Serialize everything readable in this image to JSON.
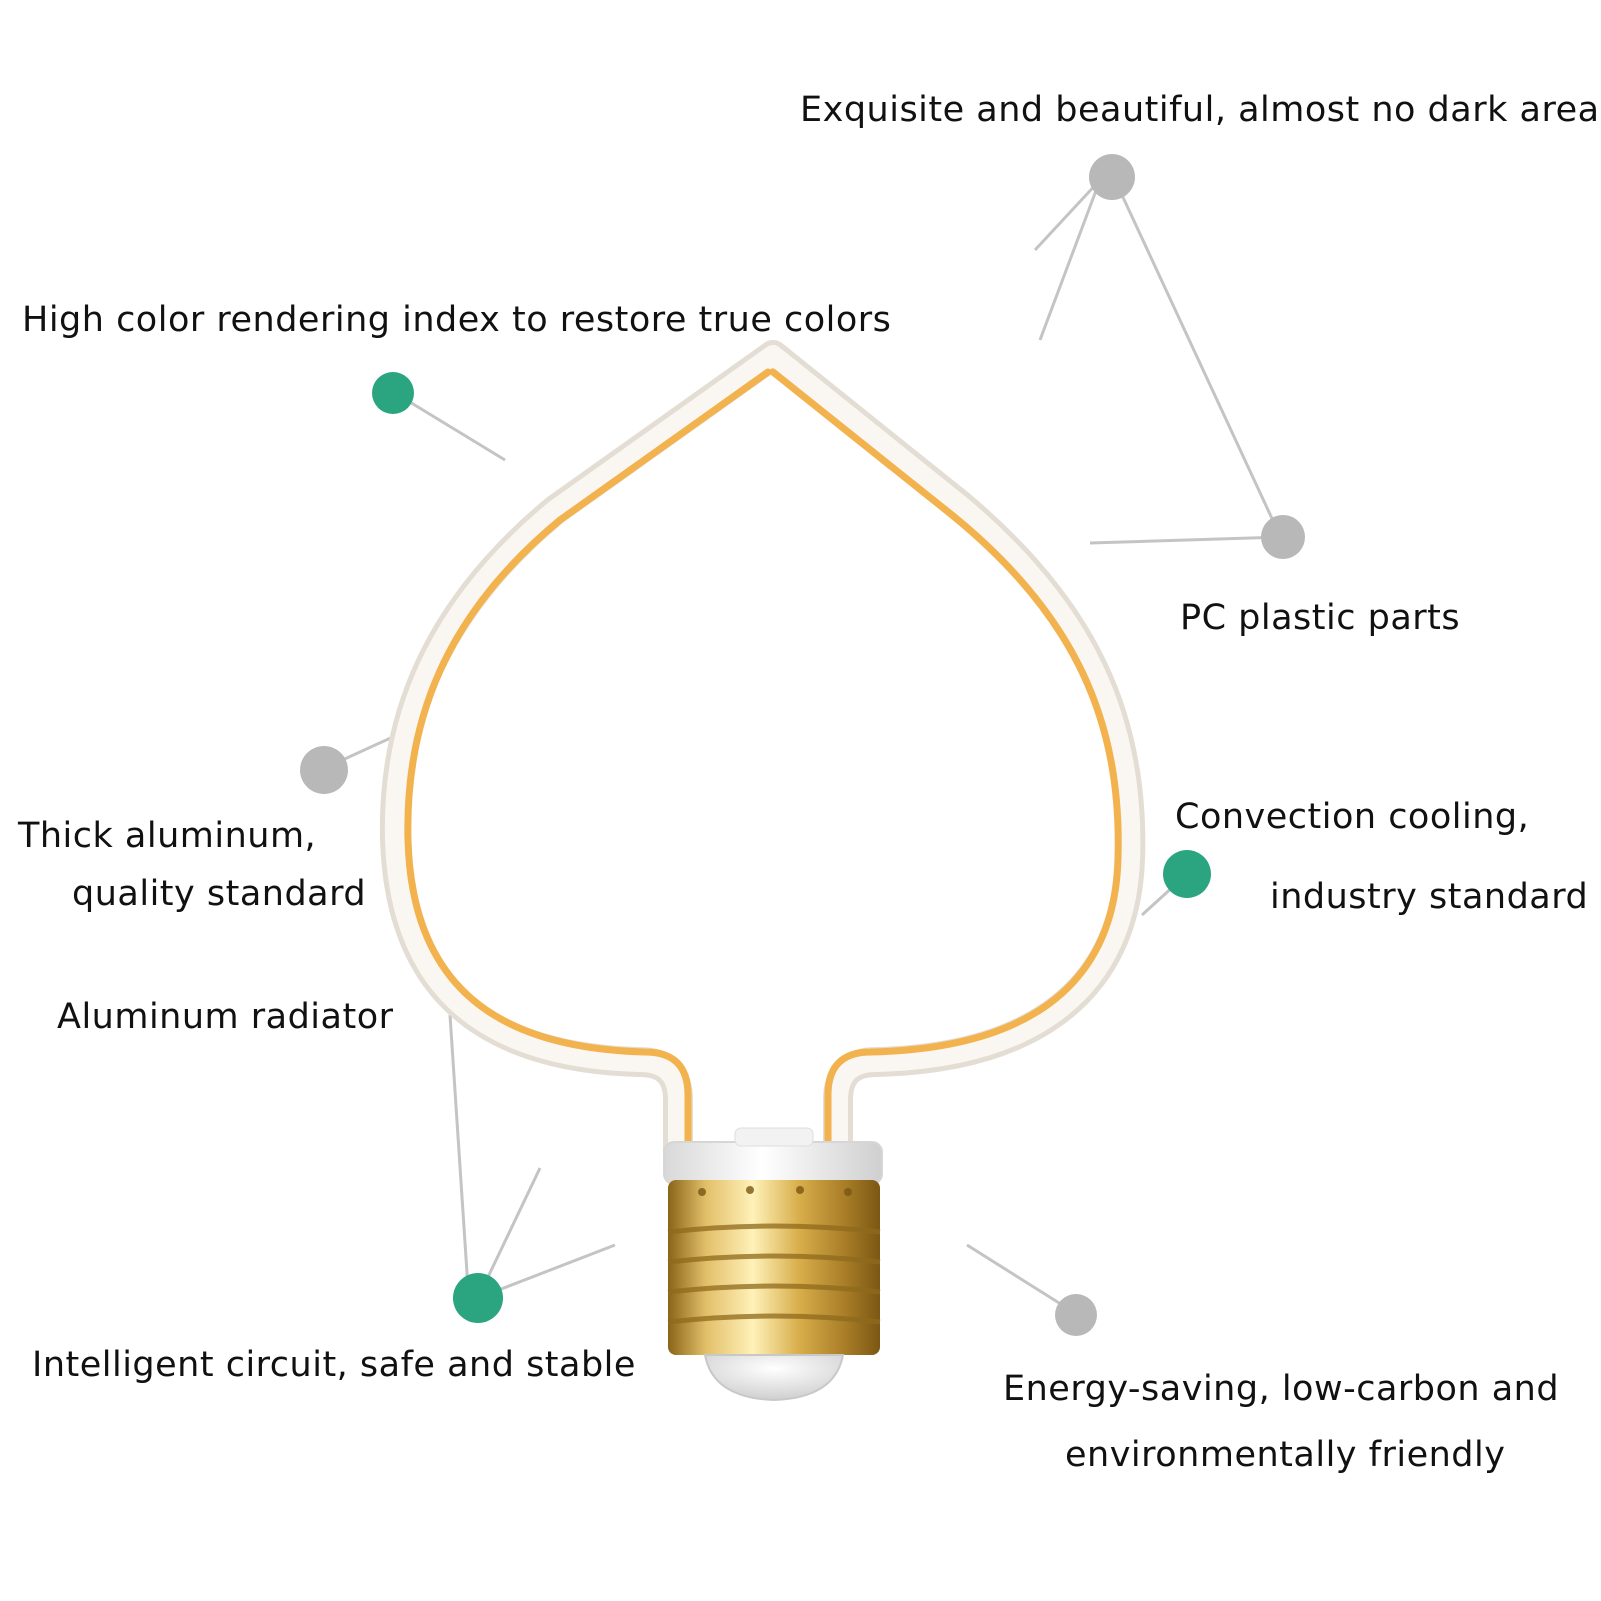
{
  "labels": {
    "exquisite": "Exquisite and beautiful, almost no dark areas",
    "high_color": "High color rendering index to restore true colors",
    "pc_plastic": "PC plastic parts",
    "thick_aluminum_line1": "Thick aluminum,",
    "thick_aluminum_line2": "quality standard",
    "convection_line1": "Convection cooling,",
    "convection_line2": "industry standard",
    "aluminum_radiator": "Aluminum radiator",
    "intelligent_circuit": "Intelligent circuit, safe and stable",
    "energy_line1": "Energy-saving, low-carbon and",
    "energy_line2": "environmentally friendly"
  },
  "colors": {
    "background": "#ffffff",
    "text": "#111111",
    "dot_green": "#2aa57f",
    "dot_gray": "#b8b8b8",
    "leader_line": "#c4c4c4",
    "filament": "#f2b24e",
    "glass": "#e6e0d8",
    "base_gold": "#c99a37"
  },
  "icons": {
    "bulb": "heart-shaped-filament-bulb"
  }
}
